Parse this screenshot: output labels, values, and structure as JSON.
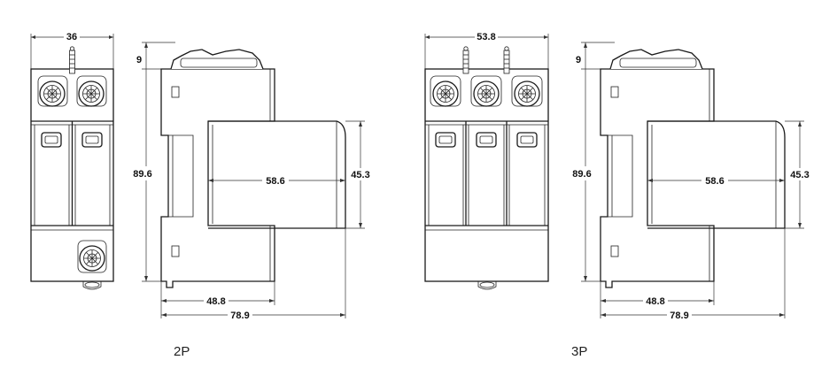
{
  "figures": [
    {
      "caption": "2P",
      "front_width": "36",
      "top_offset": "9",
      "height": "89.6",
      "depth_overall": "78.9",
      "depth_base": "48.8",
      "cover_depth": "58.6",
      "cover_height": "45.3"
    },
    {
      "caption": "3P",
      "front_width": "53.8",
      "top_offset": "9",
      "height": "89.6",
      "depth_overall": "78.9",
      "depth_base": "48.8",
      "cover_depth": "58.6",
      "cover_height": "45.3"
    }
  ]
}
